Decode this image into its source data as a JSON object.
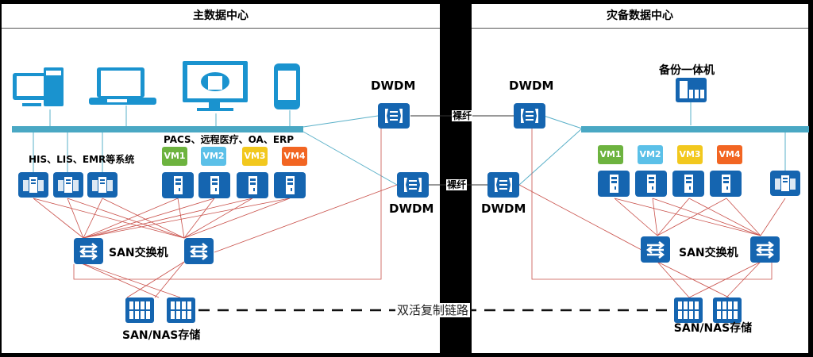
{
  "primary_dc": {
    "title": "主数据中心",
    "dwdm_labels": [
      "DWDM",
      "DWDM"
    ],
    "his_group_label": "HIS、LIS、EMR等系统",
    "vm_group_label": "PACS、远程医疗、OA、ERP",
    "vms": [
      {
        "label": "VM1",
        "color": "#6db33f"
      },
      {
        "label": "VM2",
        "color": "#5bc0e8"
      },
      {
        "label": "VM3",
        "color": "#f2c81e"
      },
      {
        "label": "VM4",
        "color": "#f26522"
      }
    ],
    "san_switch_label": "SAN交换机",
    "storage_label": "SAN/NAS存储"
  },
  "backup_dc": {
    "title": "灾备数据中心",
    "backup_appliance_label": "备份一体机",
    "dwdm_labels": [
      "DWDM",
      "DWDM"
    ],
    "vms": [
      {
        "label": "VM1",
        "color": "#6db33f"
      },
      {
        "label": "VM2",
        "color": "#5bc0e8"
      },
      {
        "label": "VM3",
        "color": "#f2c81e"
      },
      {
        "label": "VM4",
        "color": "#f26522"
      }
    ],
    "san_switch_label": "SAN交换机",
    "storage_label": "SAN/NAS存储"
  },
  "links": {
    "fiber_labels": [
      "裸纤",
      "裸纤"
    ],
    "replication_label": "双活复制链路"
  },
  "colors": {
    "device_blue": "#1565b0",
    "lan_bar": "#4aa8c4",
    "lan_line": "#5ab0c8",
    "san_line": "#c9504a",
    "client_icon": "#1a93cf"
  }
}
